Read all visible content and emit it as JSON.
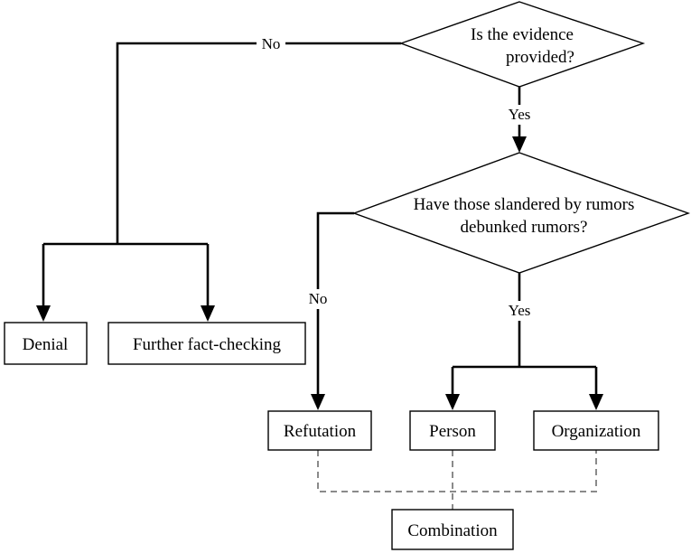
{
  "decisions": {
    "evidence": {
      "line1": "Is the evidence",
      "line2": "provided?"
    },
    "debunked": {
      "line1": "Have those slandered by rumors",
      "line2": "debunked rumors?"
    }
  },
  "edges": {
    "evidence_no": "No",
    "evidence_yes": "Yes",
    "debunked_no": "No",
    "debunked_yes": "Yes"
  },
  "outcomes": {
    "denial": "Denial",
    "further_fact_checking": "Further fact-checking",
    "refutation": "Refutation",
    "person": "Person",
    "organization": "Organization",
    "combination": "Combination"
  }
}
